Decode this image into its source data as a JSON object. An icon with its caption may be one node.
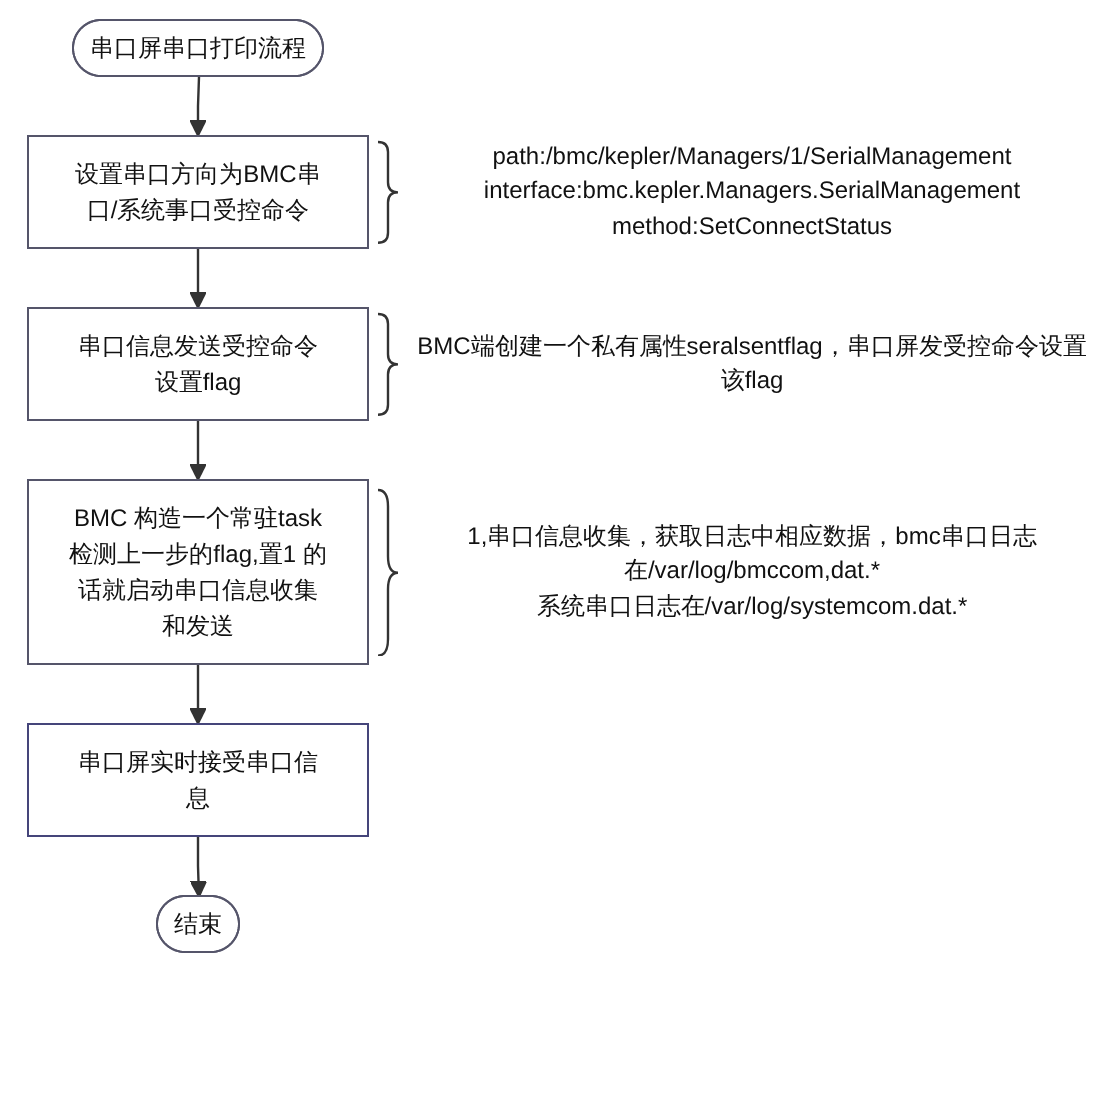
{
  "diagram": {
    "nodes": [
      {
        "text": [
          "串口屏串口打印流程"
        ]
      },
      {
        "text": [
          "设置串口方向为BMC串口/系统事口受控命令"
        ],
        "beside": [
          "path:/bmc/kepler/Managers/1/SerialManagement",
          "interface:bmc.kepler.Managers.SerialManagement",
          "method:SetConnectStatus"
        ]
      },
      {
        "text": [
          "串口信息发送受控命令设置flag"
        ],
        "beside": [
          "BMC端创建一个私有属性seralsentflag，串口屏发受控命令设置该flag"
        ]
      },
      {
        "text": [
          "BMC 构造一个常驻task检测上一步的flag,置1 的话就启动串口信息收集和发送"
        ],
        "beside": [
          "1,串口信息收集，获取日志中相应数据，bmc串口日志在/var/log/bmccom,dat.*",
          "系统串口日志在/var/log/systemcom.dat.*"
        ]
      },
      {
        "text": [
          "串口屏实时接受串口信息"
        ]
      },
      {
        "text": [
          "结束"
        ]
      }
    ],
    "edges": [
      {
        "from": 0,
        "to": 1,
        "arrow": "to"
      },
      {
        "from": 1,
        "to": 2,
        "arrow": "to"
      },
      {
        "from": 2,
        "to": 3,
        "arrow": "to"
      },
      {
        "from": 3,
        "to": 4,
        "arrow": "to"
      },
      {
        "from": 4,
        "to": 5,
        "arrow": "to"
      }
    ]
  }
}
